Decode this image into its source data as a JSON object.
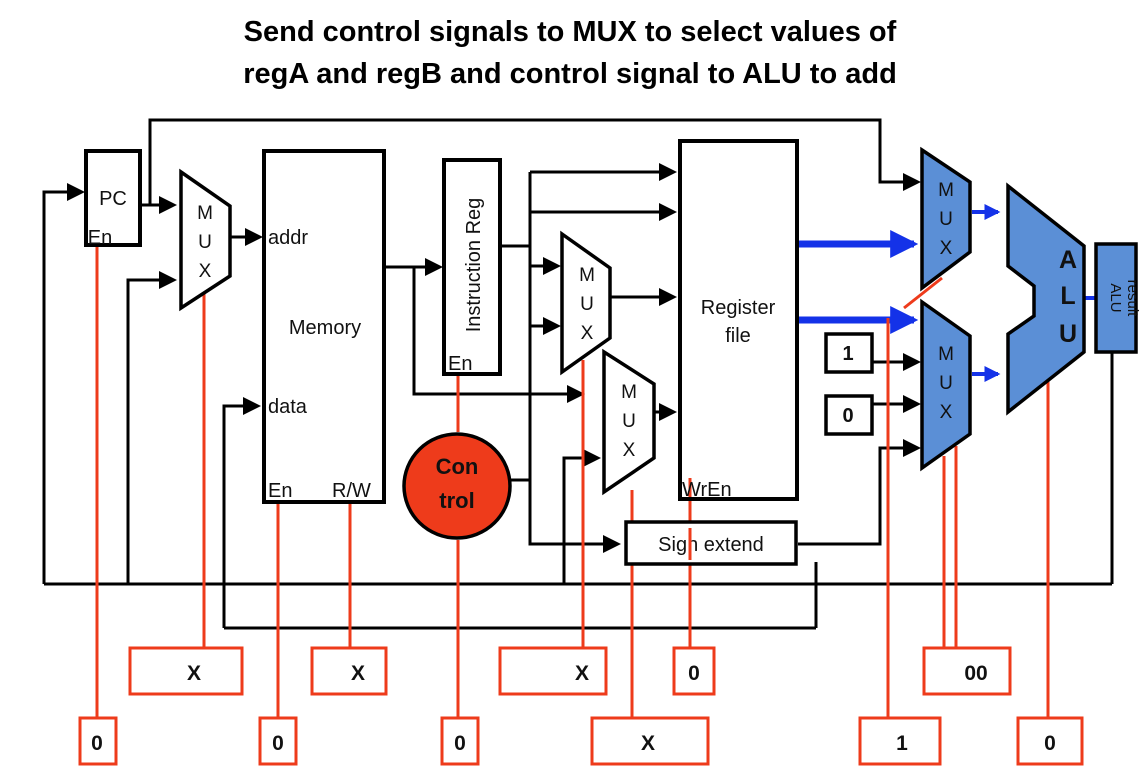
{
  "title": {
    "line1": "Send control signals to MUX to select values of",
    "line2": "regA and regB and control signal to ALU to add"
  },
  "blocks": {
    "pc": {
      "label": "PC",
      "en": "En"
    },
    "mux_addr": {
      "m": "M",
      "u": "U",
      "x": "X"
    },
    "memory": {
      "label": "Memory",
      "addr": "addr",
      "data": "data",
      "en": "En",
      "rw": "R/W"
    },
    "instruction_reg": {
      "label": "Instruction Reg",
      "en": "En"
    },
    "mux_reg": {
      "m": "M",
      "u": "U",
      "x": "X"
    },
    "mux_wdata": {
      "m": "M",
      "u": "U",
      "x": "X"
    },
    "control": {
      "line1": "Con",
      "line2": "trol"
    },
    "register_file": {
      "line1": "Register",
      "line2": "file",
      "wren": "WrEn"
    },
    "sign_extend": {
      "label": "Sign extend"
    },
    "mux_a": {
      "m": "M",
      "u": "U",
      "x": "X"
    },
    "mux_b": {
      "m": "M",
      "u": "U",
      "x": "X"
    },
    "const_one": "1",
    "const_zero": "0",
    "alu": {
      "a": "A",
      "l": "L",
      "u": "U",
      "result_line1": "ALU",
      "result_line2": "result"
    }
  },
  "control_signals": {
    "upper_row": [
      "X",
      "X",
      "X",
      "0",
      "00"
    ],
    "lower_row": [
      "0",
      "0",
      "0",
      "X",
      "1",
      "0"
    ]
  },
  "colors": {
    "control_red": "#ee3b1b",
    "mux_blue": "#5b8fd6",
    "signal_blue": "#1432e8"
  }
}
